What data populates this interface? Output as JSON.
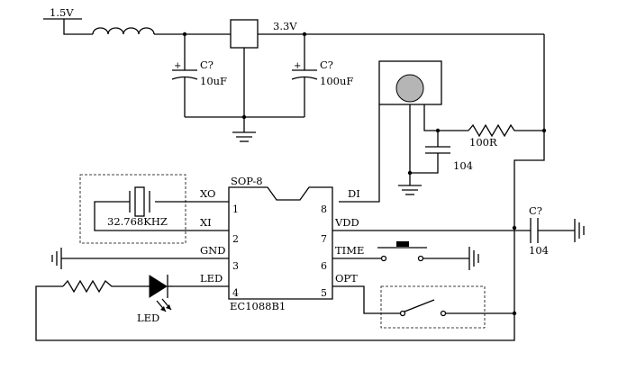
{
  "supply": {
    "input": "1.5V",
    "rail": "3.3V"
  },
  "caps": {
    "c1": {
      "ref": "C?",
      "value": "10uF"
    },
    "c2": {
      "ref": "C?",
      "value": "100uF"
    },
    "c3": {
      "ref": "C?",
      "value": "104"
    },
    "c_di": {
      "value": "104"
    }
  },
  "resistor": {
    "value": "100R"
  },
  "crystal": {
    "value": "32.768KHZ"
  },
  "chip": {
    "package": "SOP-8",
    "name": "EC1088B1",
    "left_pins": [
      {
        "num": "1",
        "name": "XO"
      },
      {
        "num": "2",
        "name": "XI"
      },
      {
        "num": "3",
        "name": "GND"
      },
      {
        "num": "4",
        "name": "LED"
      }
    ],
    "right_pins": [
      {
        "num": "8",
        "name": "DI"
      },
      {
        "num": "7",
        "name": "VDD"
      },
      {
        "num": "6",
        "name": "TIME"
      },
      {
        "num": "5",
        "name": "OPT"
      }
    ]
  },
  "led": {
    "label": "LED"
  }
}
